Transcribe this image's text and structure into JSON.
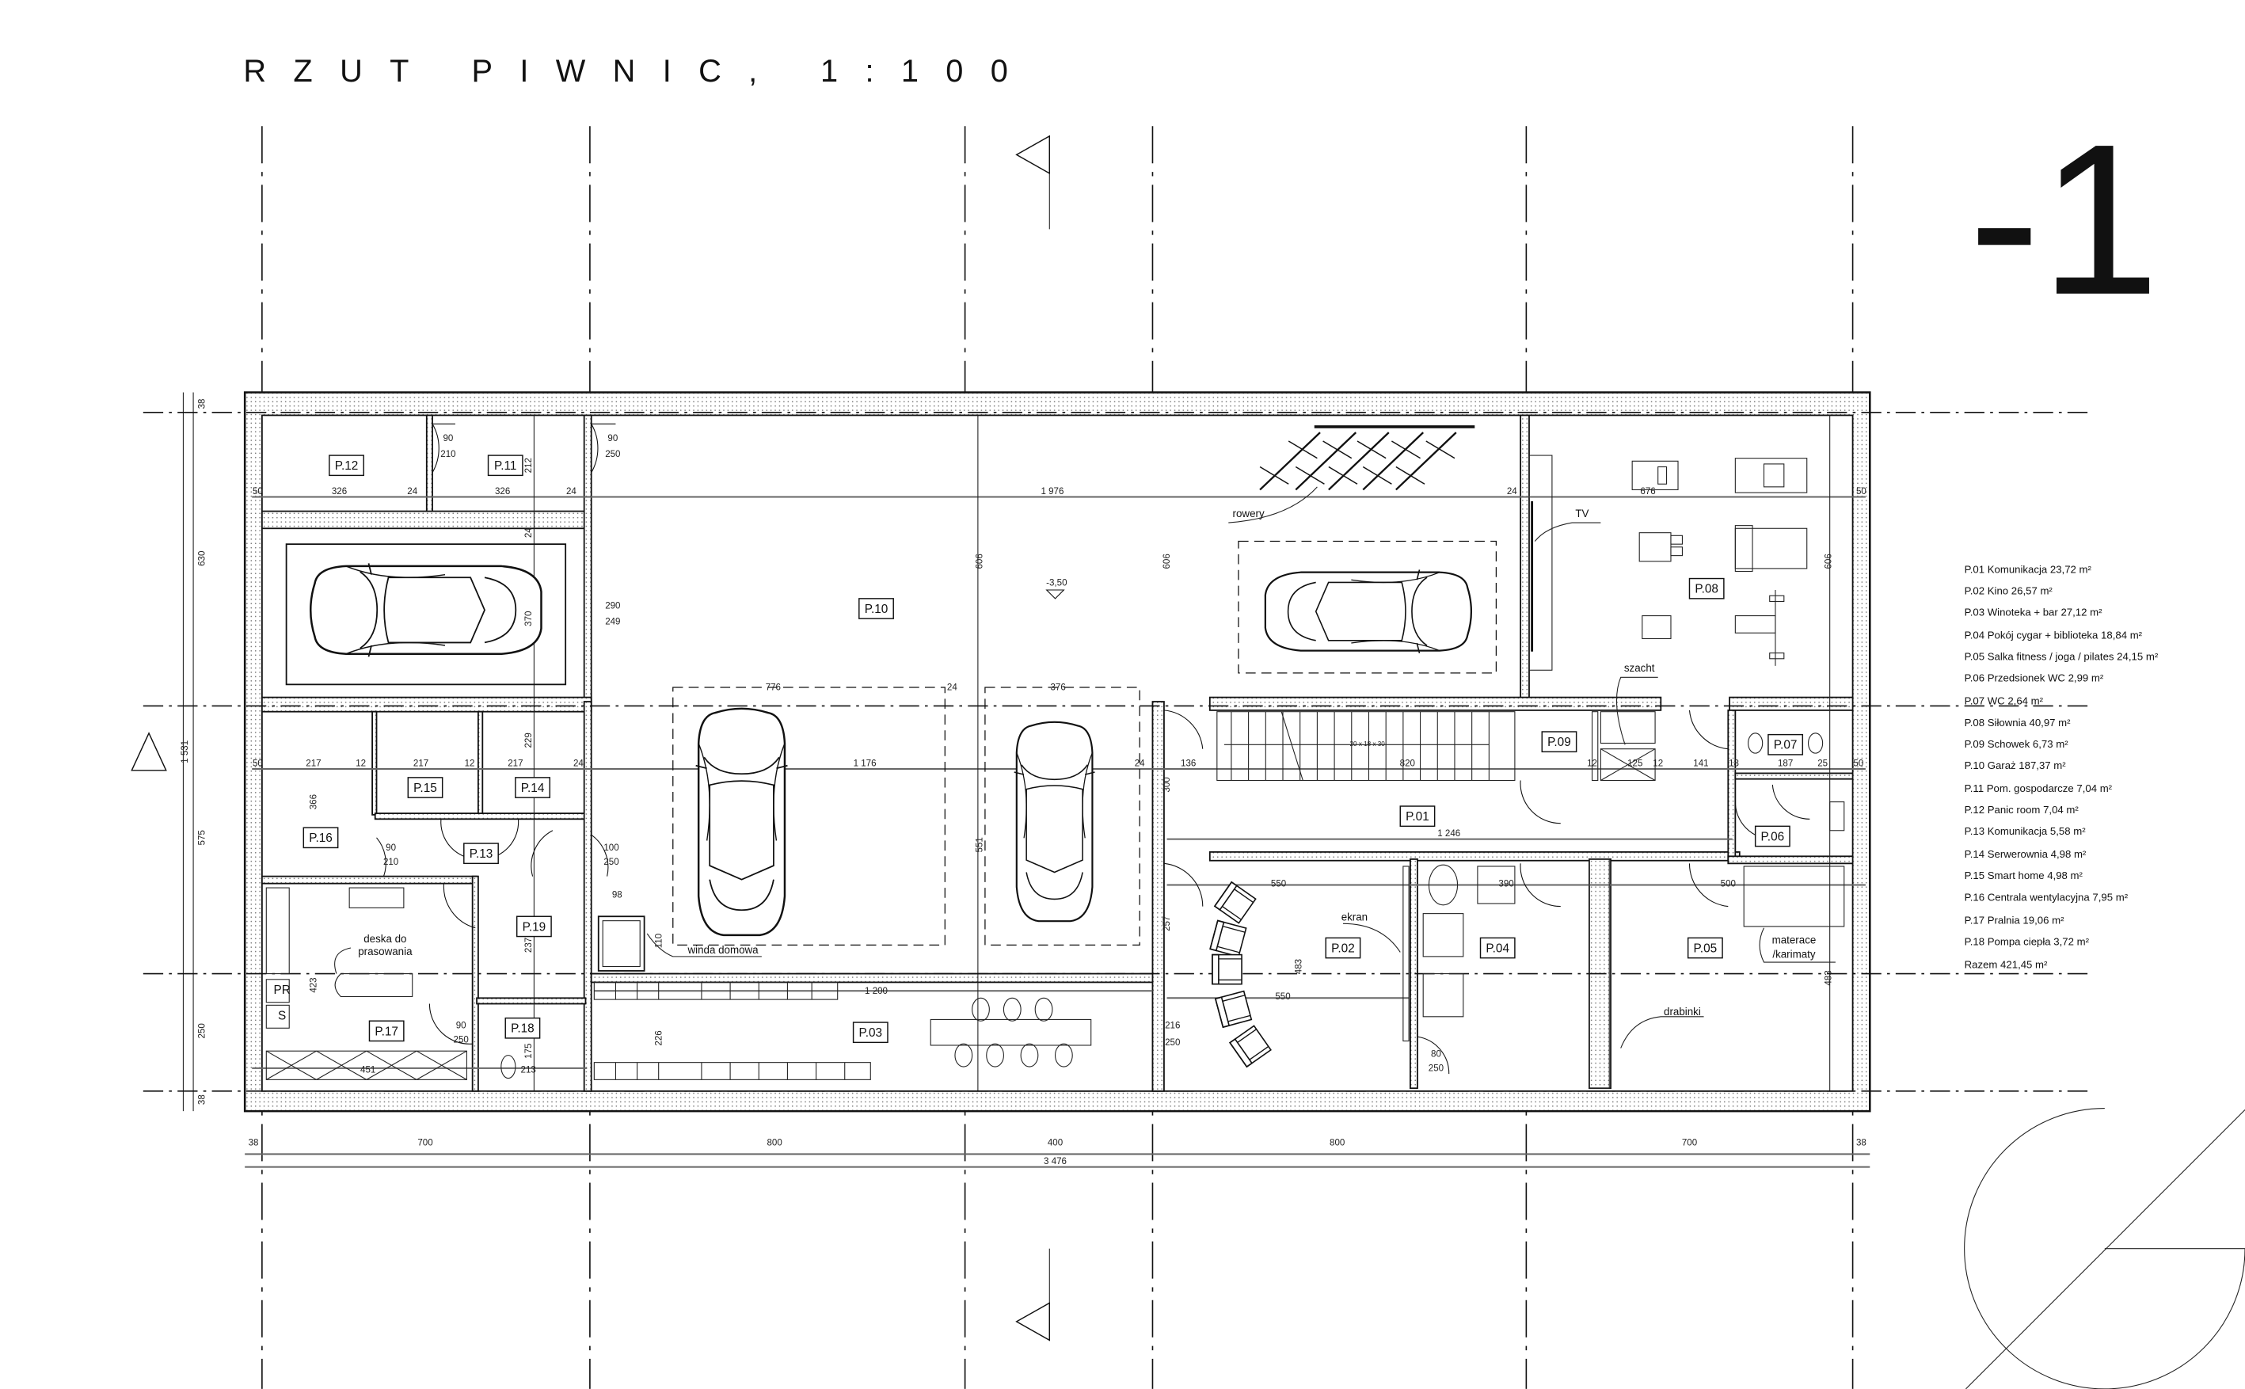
{
  "title": "RZUT PIWNIC, 1:100",
  "level": "-1",
  "rooms": {
    "p01": "P.01",
    "p02": "P.02",
    "p03": "P.03",
    "p04": "P.04",
    "p05": "P.05",
    "p06": "P.06",
    "p07": "P.07",
    "p08": "P.08",
    "p09": "P.09",
    "p10": "P.10",
    "p11": "P.11",
    "p12": "P.12",
    "p13": "P.13",
    "p14": "P.14",
    "p15": "P.15",
    "p16": "P.16",
    "p17": "P.17",
    "p18": "P.18",
    "p19": "P.19"
  },
  "annotations": {
    "rowery": "rowery",
    "tv": "TV",
    "szacht": "szacht",
    "ekran": "ekran",
    "materace": "materace",
    "karimaty": "/karimaty",
    "drabinki": "drabinki",
    "deska1": "deska do",
    "deska2": "prasowania",
    "winda": "winda domowa",
    "pr": "PR",
    "s": "S",
    "level_mark": "-3,50",
    "stairs": "20 x 18 x 30"
  },
  "legend": [
    "P.01 Komunikacja 23,72 m²",
    "P.02 Kino 26,57 m²",
    "P.03 Winoteka + bar 27,12 m²",
    "P.04 Pokój cygar + biblioteka 18,84 m²",
    "P.05 Salka fitness / joga / pilates 24,15 m²",
    "P.06 Przedsionek WC 2,99 m²",
    "P.07 WC 2,64 m²",
    "P.08 Siłownia 40,97 m²",
    "P.09 Schowek 6,73 m²",
    "P.10 Garaż 187,37 m²",
    "P.11 Pom. gospodarcze 7,04 m²",
    "P.12 Panic room 7,04 m²",
    "P.13 Komunikacja 5,58 m²",
    "P.14 Serwerownia 4,98 m²",
    "P.15 Smart home 4,98 m²",
    "P.16 Centrala wentylacyjna 7,95 m²",
    "P.17 Pralnia 19,06 m²",
    "P.18 Pompa ciepła 3,72 m²",
    "Razem 421,45 m²"
  ],
  "dims": [
    "50",
    "326",
    "24",
    "326",
    "24",
    "1 976",
    "24",
    "676",
    "50",
    "212",
    "24",
    "370",
    "606",
    "606",
    "606",
    "90",
    "210",
    "90",
    "250",
    "290",
    "249",
    "-3,50",
    "776",
    "24",
    "376",
    "50",
    "217",
    "12",
    "217",
    "12",
    "217",
    "24",
    "1 176",
    "24",
    "136",
    "820",
    "12",
    "125",
    "12",
    "141",
    "18",
    "187",
    "25",
    "50",
    "366",
    "229",
    "90",
    "210",
    "100",
    "250",
    "551",
    "1 246",
    "423",
    "237",
    "98",
    "110",
    "1 200",
    "226",
    "90",
    "250",
    "175",
    "451",
    "213",
    "550",
    "390",
    "500",
    "483",
    "550",
    "80",
    "250",
    "483",
    "38",
    "700",
    "800",
    "400",
    "800",
    "700",
    "38",
    "3 476",
    "630",
    "1 531",
    "575",
    "250",
    "38",
    "38",
    "20 x 18 x 30",
    "300",
    "257",
    "216",
    "250"
  ]
}
